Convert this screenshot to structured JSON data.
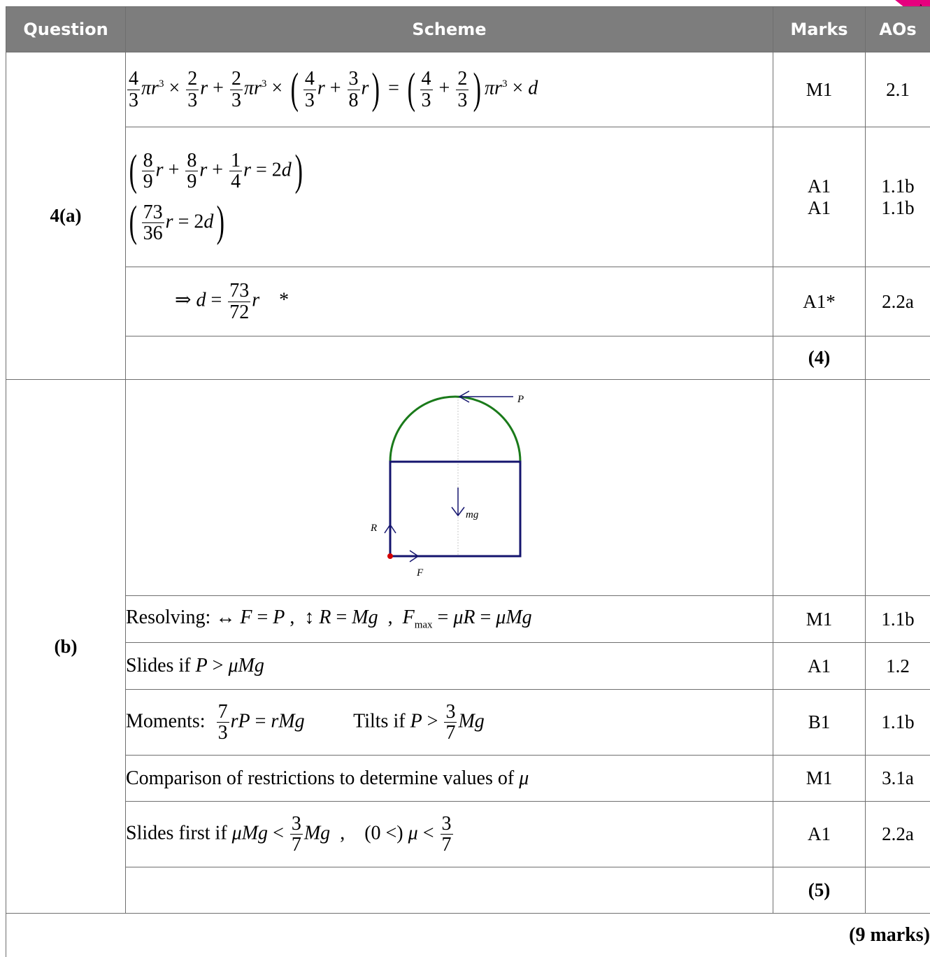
{
  "header": {
    "question": "Question",
    "scheme": "Scheme",
    "marks": "Marks",
    "aos": "AOs"
  },
  "part_a": {
    "label": "4(a)",
    "rows": [
      {
        "mark": "M1",
        "ao": "2.1"
      },
      {
        "mark": "A1",
        "ao": "1.1b",
        "mark2": "A1",
        "ao2": "1.1b"
      },
      {
        "mark": "A1*",
        "ao": "2.2a"
      },
      {
        "total": "(4)"
      }
    ]
  },
  "part_b": {
    "label": "(b)",
    "diagram": {
      "label_p": "P",
      "label_mg": "mg",
      "label_r": "R",
      "label_f": "F"
    },
    "rows": [
      {
        "text_pre": "Resolving:",
        "mark": "M1",
        "ao": "1.1b"
      },
      {
        "text_pre": "Slides if",
        "mark": "A1",
        "ao": "1.2"
      },
      {
        "text_pre": "Moments:",
        "text_mid": "Tilts if",
        "mark": "B1",
        "ao": "1.1b"
      },
      {
        "text_pre": "Comparison of restrictions to determine values of",
        "mark": "M1",
        "ao": "3.1a"
      },
      {
        "text_pre": "Slides first if",
        "mark": "A1",
        "ao": "2.2a"
      },
      {
        "total": "(5)"
      }
    ]
  },
  "grand_total": "(9 marks)",
  "colors": {
    "header_bg": "#7d7d7d",
    "arc": "#1a7a1a",
    "rect": "#14146e",
    "corner": "#e6007e"
  }
}
